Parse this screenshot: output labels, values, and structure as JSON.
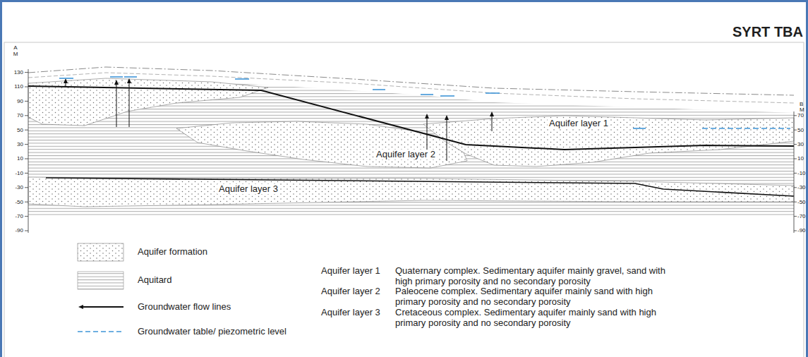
{
  "diagram": {
    "title": "SYRT TBA",
    "labels": [
      "A",
      "M",
      "130",
      "110",
      "90",
      "70",
      "50",
      "30",
      "10",
      "-10",
      "-30",
      "-50",
      "-70",
      "-90",
      "B",
      "M",
      "70",
      "50",
      "30",
      "10",
      "-10",
      "-30",
      "-50",
      "-70",
      "-90",
      "Aquifer layer 1",
      "Aquifer layer 2",
      "Aquifer layer 3",
      "Aquifer layer 1",
      "Quaternary complex. Sedimentary aquifer mainly gravel, sand with high primary porosity and no secondary porosity",
      "Aquifer layer 2",
      "Paleocene complex. Sedimentary aquifer mainly sand with high primary porosity and no secondary porosity",
      "Aquifer layer 3",
      "Cretaceous complex. Sedimentary aquifer mainly sand with high primary porosity and no secondary porosity"
    ],
    "legend": [
      {
        "text": "Aquifer formation"
      },
      {
        "text": "Aquitard"
      },
      {
        "text": "Groundwater flow lines"
      },
      {
        "text": "Groundwater table/ piezometric level"
      }
    ]
  }
}
